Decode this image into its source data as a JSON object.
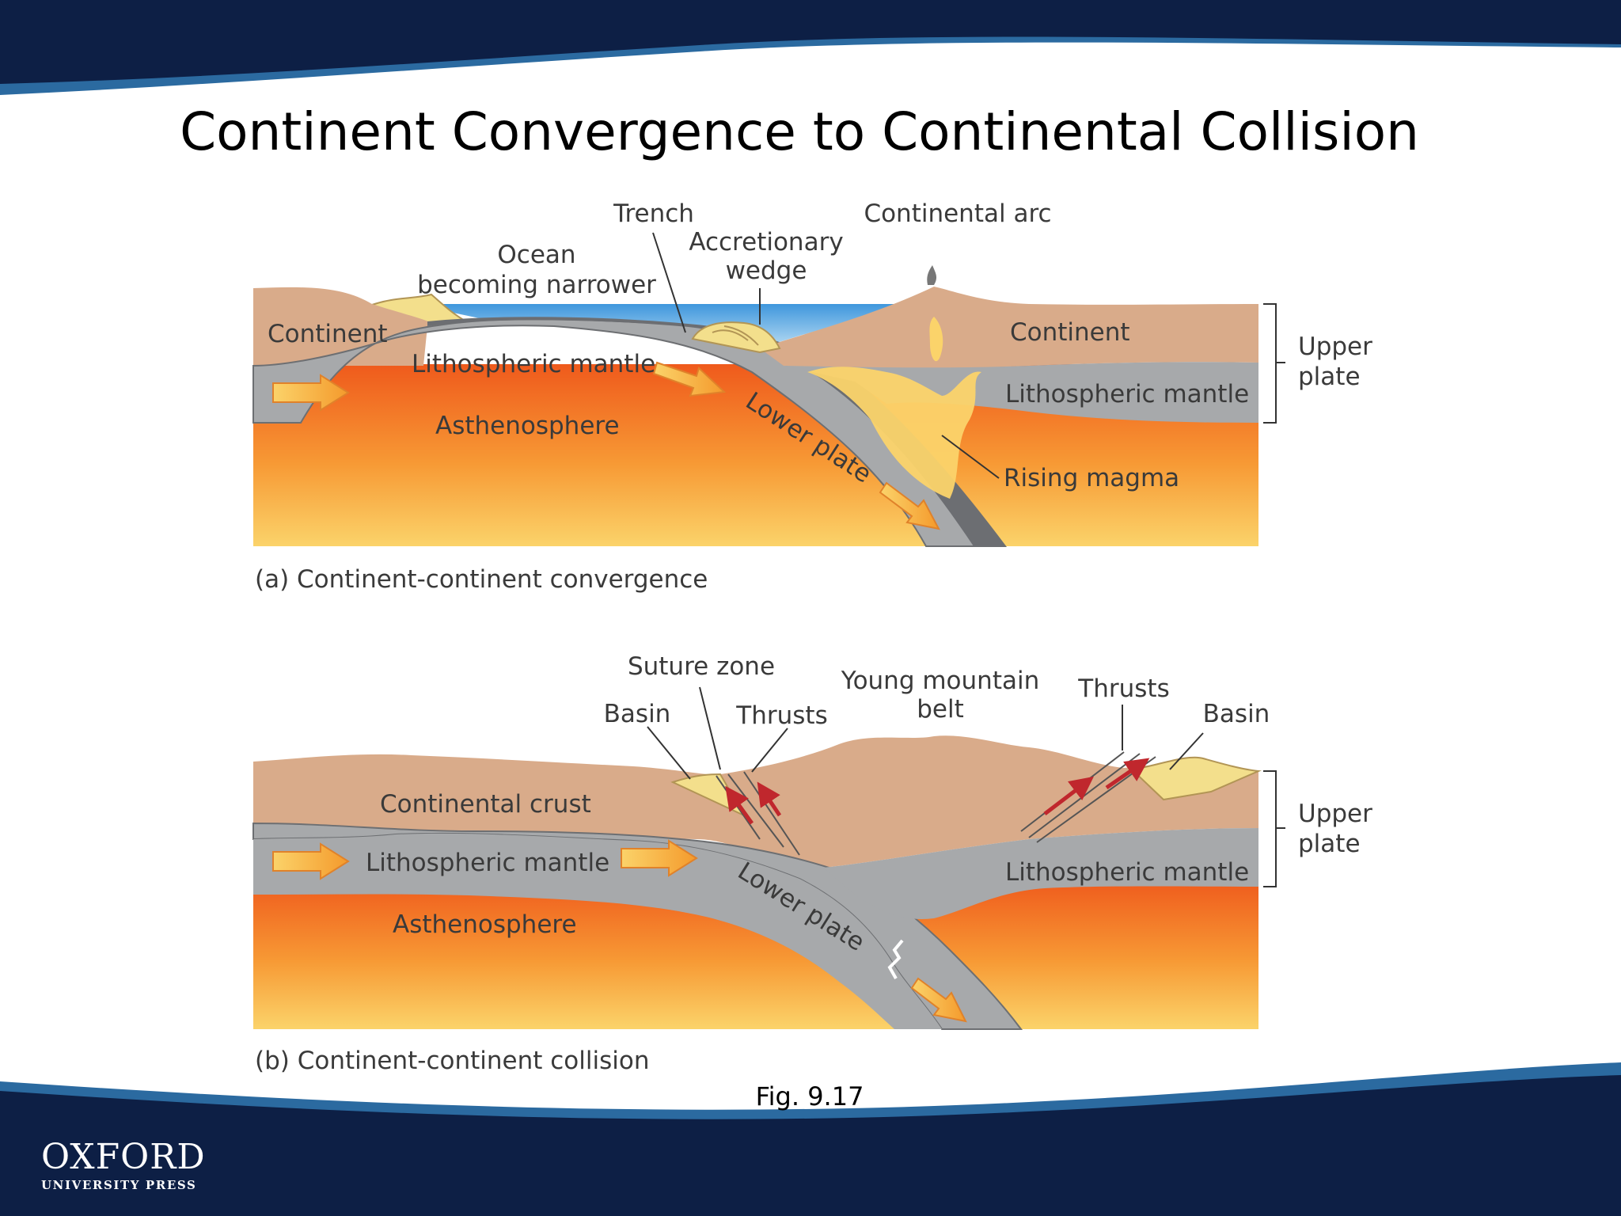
{
  "slide": {
    "title": "Continent Convergence to Continental Collision",
    "figure_ref": "Fig. 9.17",
    "logo": {
      "main": "OXFORD",
      "sub": "UNIVERSITY PRESS"
    },
    "colors": {
      "banner": "#0d1f45",
      "accent_band": "#2b6aa0"
    }
  },
  "diagram_a": {
    "caption": "(a) Continent-continent convergence",
    "labels": {
      "trench": "Trench",
      "continental_arc": "Continental arc",
      "accretionary_wedge": [
        "Accretionary",
        "wedge"
      ],
      "ocean": [
        "Ocean",
        "becoming narrower"
      ],
      "continent_left": "Continent",
      "continent_right": "Continent",
      "lith_mantle_left": "Lithospheric mantle",
      "lith_mantle_right": "Lithospheric mantle",
      "asthenosphere": "Asthenosphere",
      "lower_plate": "Lower plate",
      "rising_magma": "Rising magma",
      "upper_plate": [
        "Upper",
        "plate"
      ]
    }
  },
  "diagram_b": {
    "caption": "(b) Continent-continent collision",
    "labels": {
      "suture_zone": "Suture zone",
      "young_mountain_belt": [
        "Young mountain",
        "belt"
      ],
      "basin_left": "Basin",
      "thrusts_left": "Thrusts",
      "thrusts_right": "Thrusts",
      "basin_right": "Basin",
      "continental_crust": "Continental crust",
      "lith_mantle_left": "Lithospheric mantle",
      "lith_mantle_right": "Lithospheric mantle",
      "asthenosphere": "Asthenosphere",
      "lower_plate": "Lower plate",
      "upper_plate": [
        "Upper",
        "plate"
      ]
    }
  }
}
